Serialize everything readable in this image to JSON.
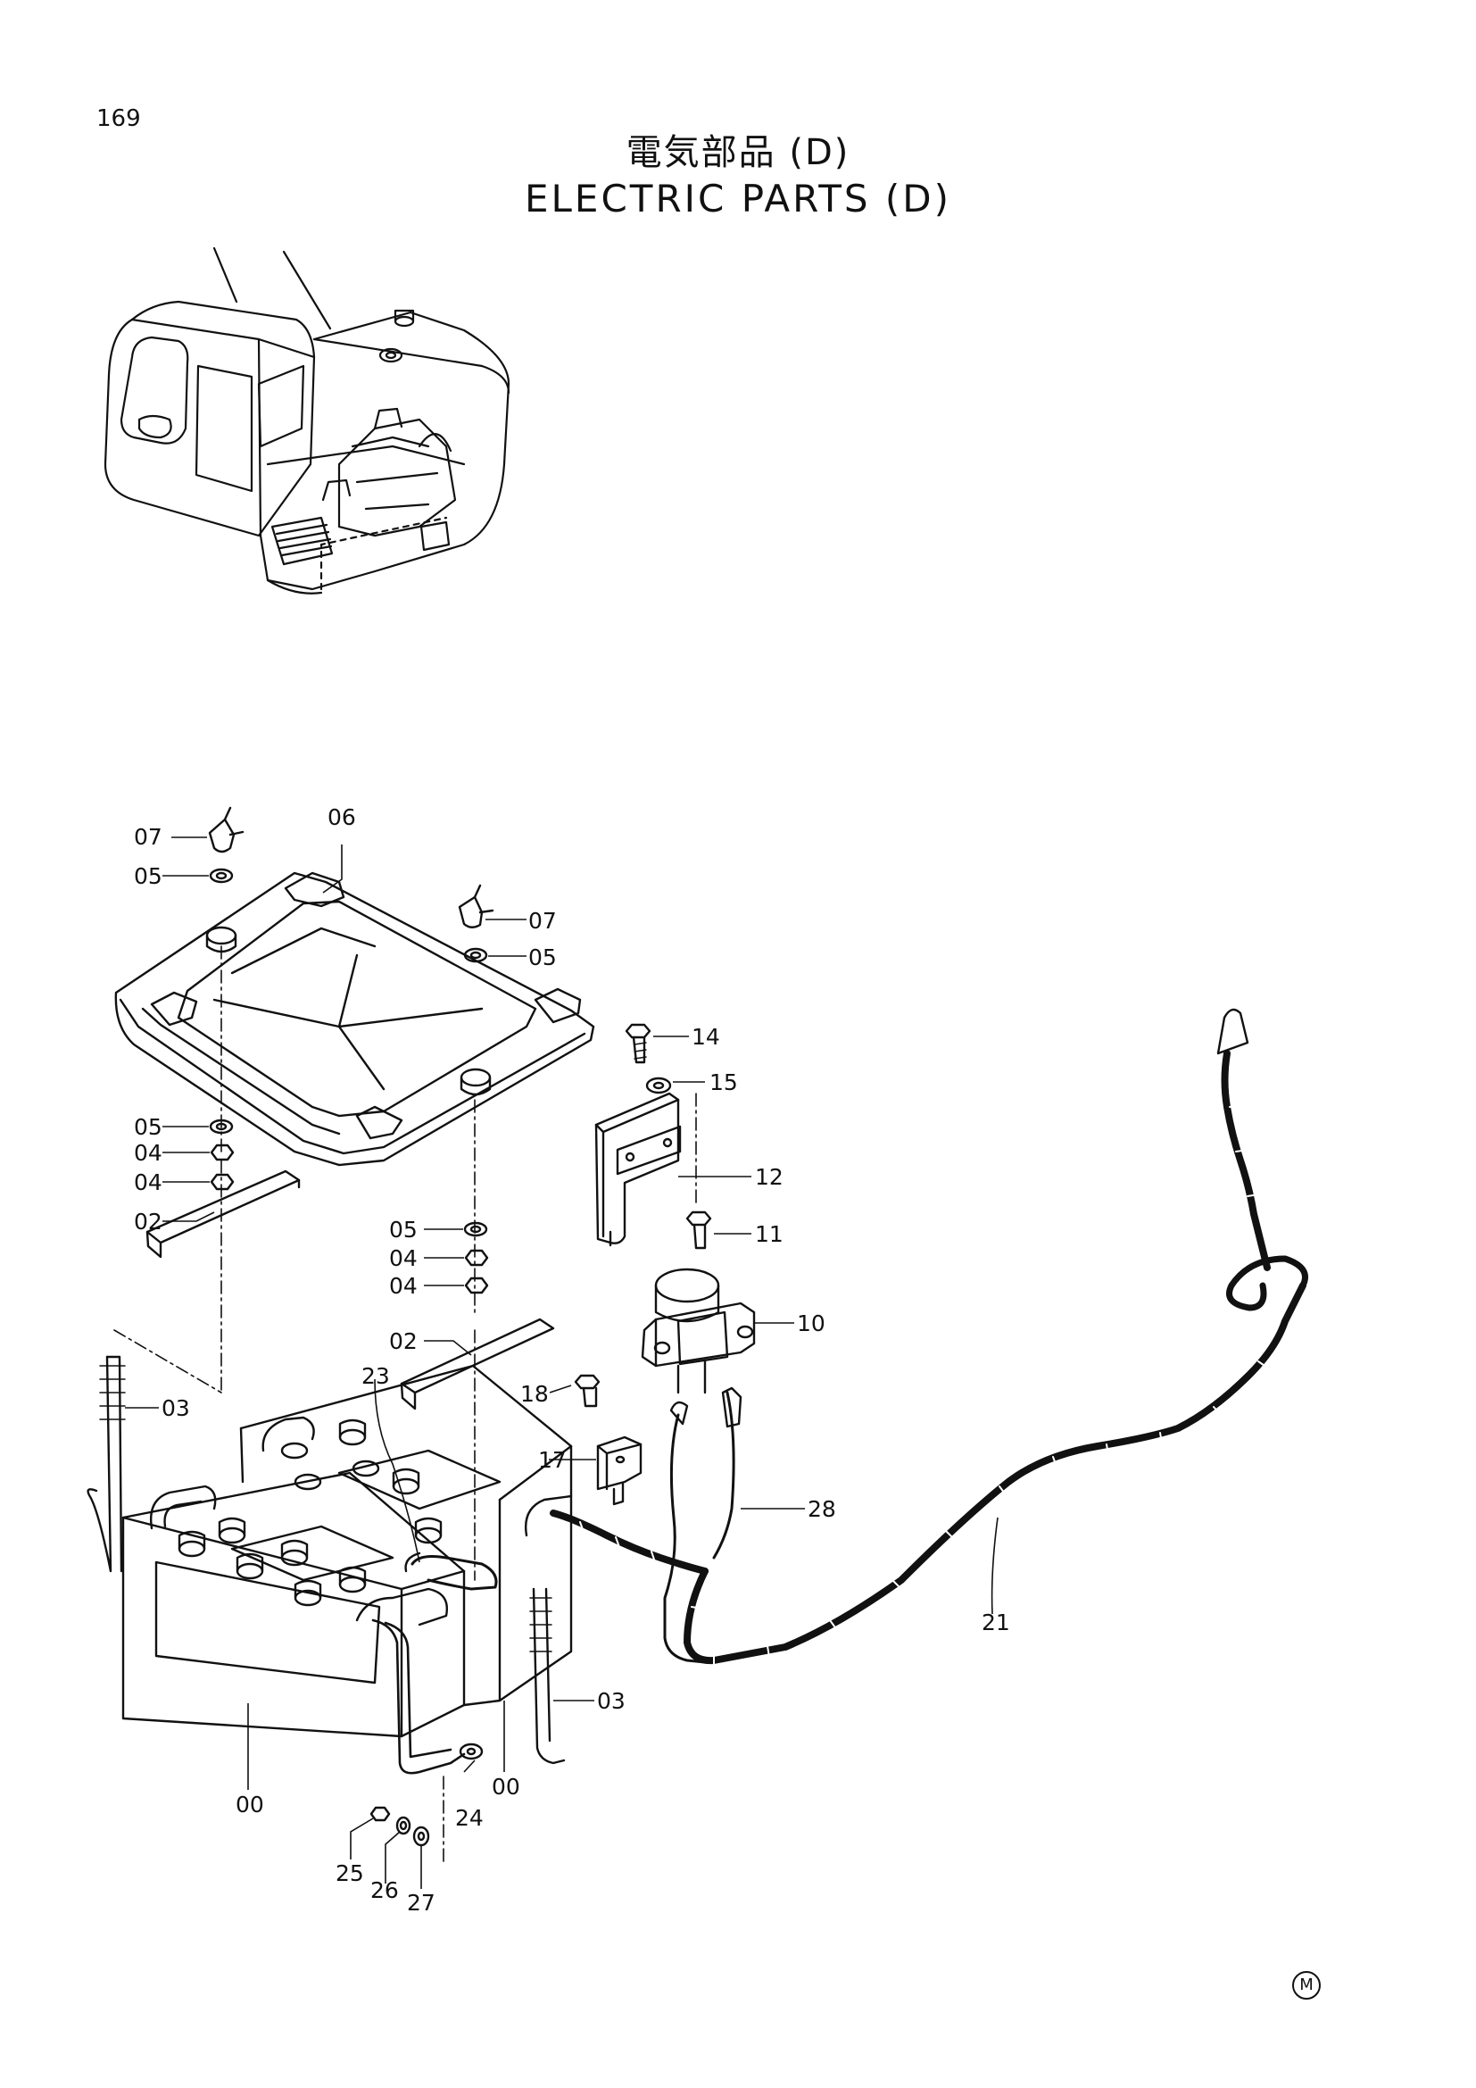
{
  "page_number": "169",
  "title_jp": "電気部品 (D)",
  "title_en": "ELECTRIC PARTS (D)",
  "corner_mark": "M",
  "callouts": {
    "c07a": "07",
    "c05a": "05",
    "c06": "06",
    "c07b": "07",
    "c05b": "05",
    "c14": "14",
    "c15": "15",
    "c05c": "05",
    "c04a": "04",
    "c04b": "04",
    "c02a": "02",
    "c12": "12",
    "c05d": "05",
    "c11": "11",
    "c04c": "04",
    "c04d": "04",
    "c10": "10",
    "c02b": "02",
    "c23": "23",
    "c03a": "03",
    "c18": "18",
    "c17": "17",
    "c28": "28",
    "c21": "21",
    "c03b": "03",
    "c00a": "00",
    "c00b": "00",
    "c24": "24",
    "c25": "25",
    "c26": "26",
    "c27": "27"
  }
}
